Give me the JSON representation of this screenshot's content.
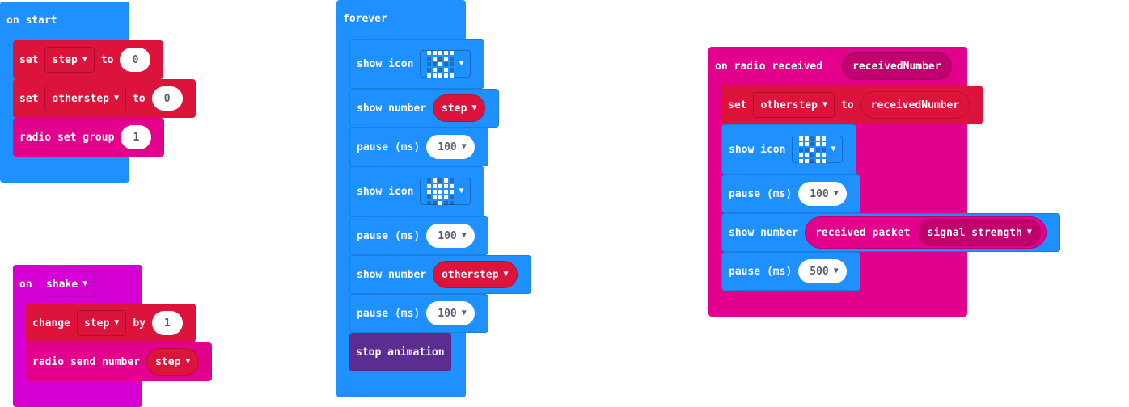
{
  "colors": {
    "basic": "#1e90ff",
    "variables": "#dc143c",
    "radio": "#e3008c",
    "input": "#d400d4",
    "led": "#5c2d91"
  },
  "on_start": {
    "header": "on start",
    "set_step": {
      "set": "set",
      "var": "step",
      "to": "to",
      "value": "0"
    },
    "set_otherstep": {
      "set": "set",
      "var": "otherstep",
      "to": "to",
      "value": "0"
    },
    "radio_group": {
      "label": "radio set group",
      "value": "1"
    }
  },
  "on_shake": {
    "on": "on",
    "event": "shake",
    "change": {
      "label": "change",
      "var": "step",
      "by": "by",
      "value": "1"
    },
    "send": {
      "label": "radio send number",
      "var": "step"
    }
  },
  "forever": {
    "header": "forever",
    "show_icon_1": {
      "label": "show icon",
      "icon": "x-pattern-icon"
    },
    "show_number_1": {
      "label": "show number",
      "var": "step"
    },
    "pause_1": {
      "label": "pause (ms)",
      "value": "100"
    },
    "show_icon_2": {
      "label": "show icon",
      "icon": "heart-icon"
    },
    "pause_2": {
      "label": "pause (ms)",
      "value": "100"
    },
    "show_number_2": {
      "label": "show number",
      "var": "otherstep"
    },
    "pause_3": {
      "label": "pause (ms)",
      "value": "100"
    },
    "stop_animation": {
      "label": "stop animation"
    }
  },
  "on_radio": {
    "header": "on radio received",
    "param": "receivedNumber",
    "set": {
      "set": "set",
      "var": "otherstep",
      "to": "to",
      "value": "receivedNumber"
    },
    "show_icon": {
      "label": "show icon",
      "icon": "x-pattern-icon"
    },
    "pause_1": {
      "label": "pause (ms)",
      "value": "100"
    },
    "show_number": {
      "label": "show number",
      "packet": "received packet",
      "property": "signal strength"
    },
    "pause_2": {
      "label": "pause (ms)",
      "value": "500"
    }
  }
}
